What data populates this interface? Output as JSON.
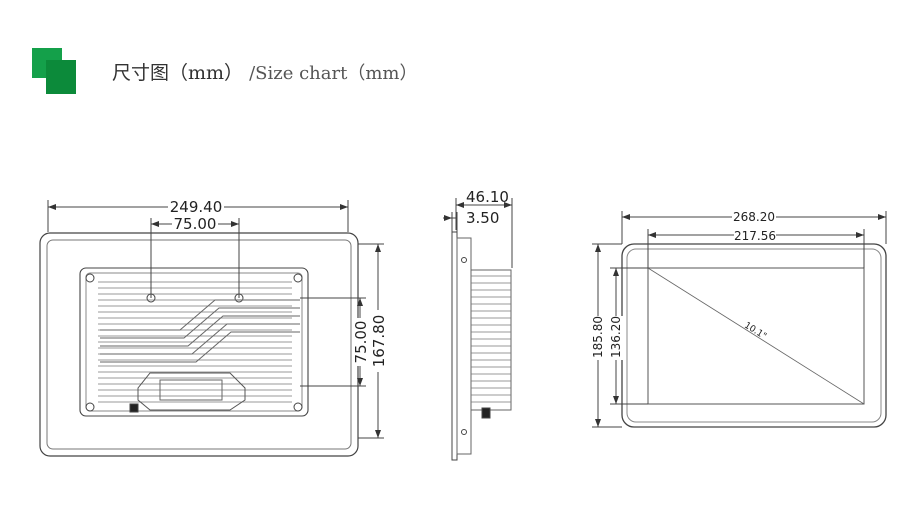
{
  "header": {
    "title_cn": "尺寸图（mm）",
    "title_en": "/Size chart（mm）"
  },
  "front_view": {
    "width_outer": "249.40",
    "mount_h_spacing": "75.00",
    "mount_v_spacing": "75.00",
    "height_outer": "167.80"
  },
  "side_view": {
    "total_depth": "46.10",
    "bezel_depth": "3.50"
  },
  "panel_view": {
    "width_outer": "268.20",
    "active_width": "217.56",
    "height_outer": "185.80",
    "active_height": "136.20",
    "diagonal": "10.1\""
  },
  "colors": {
    "logo": "#14a04a",
    "line": "#333333"
  }
}
